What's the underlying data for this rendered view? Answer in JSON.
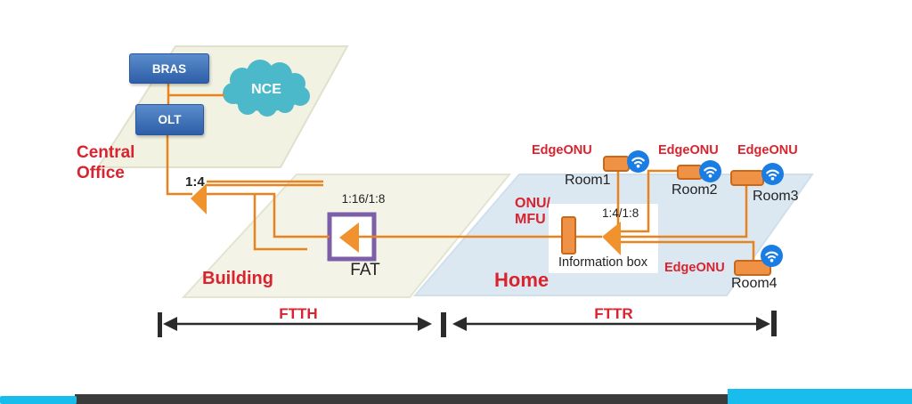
{
  "central_office": {
    "label": "Central Office",
    "bras_label": "BRAS",
    "olt_label": "OLT",
    "nce_label": "NCE",
    "splitter_ratio": "1:4"
  },
  "building": {
    "label": "Building",
    "fat_label": "FAT",
    "fat_ratio": "1:16/1:8"
  },
  "home": {
    "label": "Home",
    "onu_label_line1": "ONU/",
    "onu_label_line2": "MFU",
    "splitter_ratio": "1:4/1:8",
    "information_box_label": "Information box",
    "rooms": [
      {
        "device": "EdgeONU",
        "name": "Room1"
      },
      {
        "device": "EdgeONU",
        "name": "Room2"
      },
      {
        "device": "EdgeONU",
        "name": "Room3"
      },
      {
        "device": "EdgeONU",
        "name": "Room4"
      }
    ]
  },
  "spans": {
    "ftth": "FTTH",
    "fttr": "FTTR"
  },
  "colors": {
    "orange_line": "#e8831f",
    "device_orange": "#f09245",
    "device_border": "#c8681a",
    "wifi_blue": "#1a7de4",
    "label_red": "#d9232e",
    "node_blue": "#3a72b8",
    "cloud_teal": "#4bb9ca",
    "fat_purple": "#7d5fa8",
    "footer_cyan": "#18bdee",
    "footer_dark": "#3b3b3b"
  }
}
